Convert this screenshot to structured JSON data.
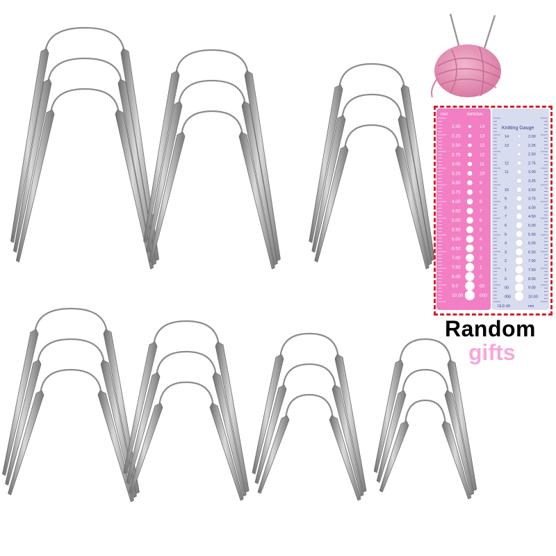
{
  "product": {
    "needle_sets": [
      {
        "name": "needle-set-1"
      },
      {
        "name": "needle-set-2"
      },
      {
        "name": "needle-set-3"
      },
      {
        "name": "needle-set-4"
      },
      {
        "name": "needle-set-5"
      },
      {
        "name": "needle-set-6"
      },
      {
        "name": "needle-set-7"
      }
    ]
  },
  "gifts": {
    "title_line1": "Random",
    "title_line2": "gifts",
    "frame_color": "#d0202a",
    "gift_text_color": "#f7a8d8",
    "gauge_pink": {
      "header_left": "mm",
      "header_right": "IMPERIAL",
      "rows": [
        {
          "mm": "2.00",
          "us": "14"
        },
        {
          "mm": "2.25",
          "us": "13"
        },
        {
          "mm": "2.50",
          "us": "12"
        },
        {
          "mm": "2.75",
          "us": "12"
        },
        {
          "mm": "3.00",
          "us": "11"
        },
        {
          "mm": "3.25",
          "us": "10"
        },
        {
          "mm": "3.50",
          "us": "9"
        },
        {
          "mm": "3.75",
          "us": "9"
        },
        {
          "mm": "4.00",
          "us": "8"
        },
        {
          "mm": "4.50",
          "us": "7"
        },
        {
          "mm": "5.00",
          "us": "6"
        },
        {
          "mm": "5.50",
          "us": "5"
        },
        {
          "mm": "6.00",
          "us": "4"
        },
        {
          "mm": "6.50",
          "us": "3"
        },
        {
          "mm": "7.00",
          "us": "2"
        },
        {
          "mm": "7.50",
          "us": "1"
        },
        {
          "mm": "8.00",
          "us": "0"
        },
        {
          "mm": "9.0",
          "us": "00"
        },
        {
          "mm": "10.00",
          "us": "000"
        }
      ]
    },
    "gauge_clear": {
      "title": "Knitting Gauge",
      "footer_left": "OLD UK",
      "footer_right": "mm",
      "rows": [
        {
          "uk": "14",
          "mm": "2.00"
        },
        {
          "uk": "13",
          "mm": "2.25"
        },
        {
          "uk": "",
          "mm": "2.50"
        },
        {
          "uk": "12",
          "mm": "2.75"
        },
        {
          "uk": "11",
          "mm": "3.00"
        },
        {
          "uk": "",
          "mm": "3.25"
        },
        {
          "uk": "10",
          "mm": "3.50"
        },
        {
          "uk": "9",
          "mm": "3.75"
        },
        {
          "uk": "8",
          "mm": "4.00"
        },
        {
          "uk": "7",
          "mm": "4.50"
        },
        {
          "uk": "6",
          "mm": "5.00"
        },
        {
          "uk": "5",
          "mm": "5.50"
        },
        {
          "uk": "4",
          "mm": "6.00"
        },
        {
          "uk": "3",
          "mm": "6.50"
        },
        {
          "uk": "2",
          "mm": "7.00"
        },
        {
          "uk": "1",
          "mm": "7.50"
        },
        {
          "uk": "0",
          "mm": "8.00"
        },
        {
          "uk": "00",
          "mm": "9.00"
        },
        {
          "uk": "000",
          "mm": "10.00"
        }
      ]
    }
  }
}
